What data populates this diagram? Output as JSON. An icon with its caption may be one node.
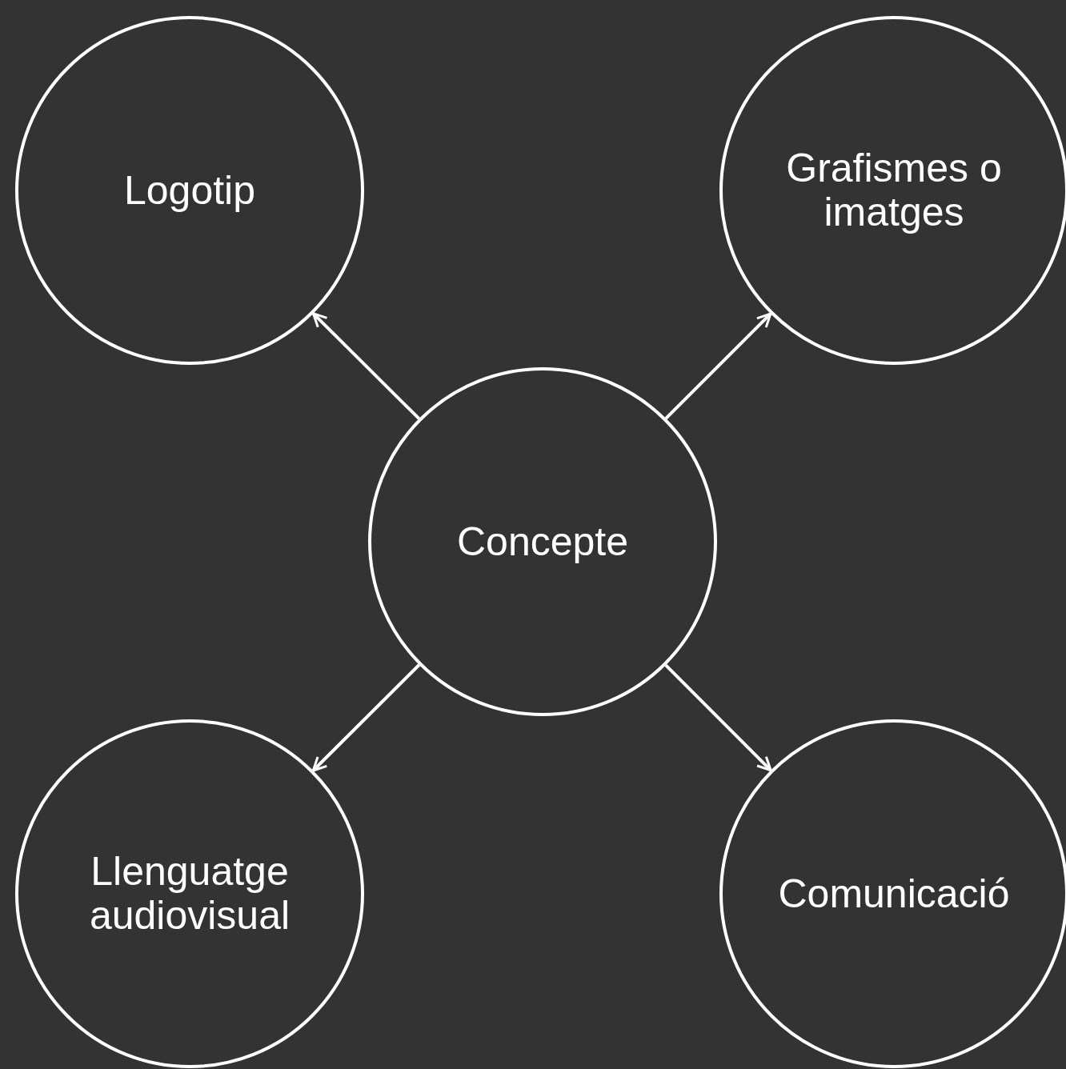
{
  "diagram": {
    "nodes": [
      {
        "text": [
          "Logotip"
        ]
      },
      {
        "text": [
          "Grafismes o imatges"
        ]
      },
      {
        "text": [
          "Concepte"
        ]
      },
      {
        "text": [
          "Llenguatge audiovisual"
        ]
      },
      {
        "text": [
          "Comunicació"
        ]
      }
    ],
    "edges": [
      {
        "from": 2,
        "to": 0,
        "arrow": "to"
      },
      {
        "from": 2,
        "to": 1,
        "arrow": "to"
      },
      {
        "from": 2,
        "to": 3,
        "arrow": "to"
      },
      {
        "from": 2,
        "to": 4,
        "arrow": "to"
      }
    ]
  }
}
